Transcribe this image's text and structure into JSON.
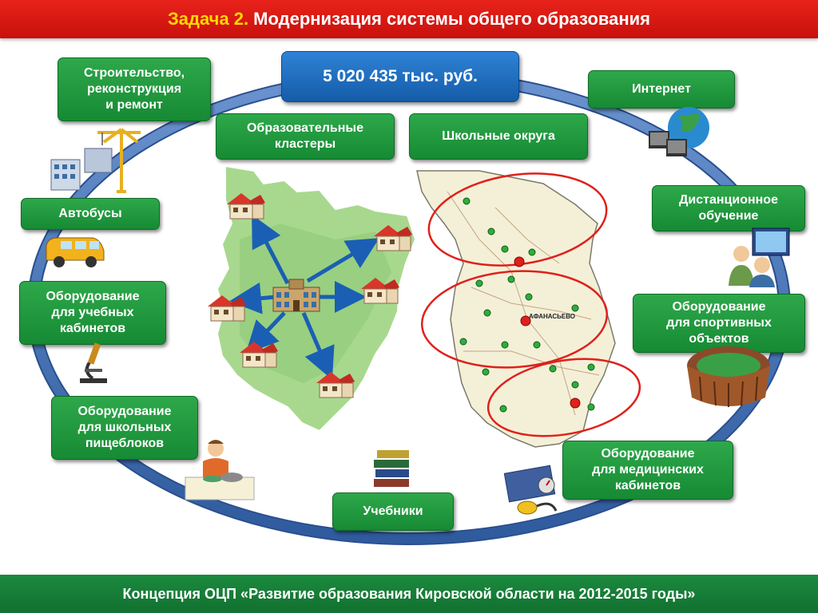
{
  "header": {
    "task_label": "Задача 2.",
    "title": "Модернизация системы общего образования"
  },
  "budget": {
    "label": "5 020 435 тыс. руб."
  },
  "boxes": {
    "construction": "Строительство,\nреконструкция\nи ремонт",
    "buses": "Автобусы",
    "classroom_equipment": "Оборудование\nдля учебных\nкабинетов",
    "canteen_equipment": "Оборудование\nдля школьных\nпищеблоков",
    "textbooks": "Учебники",
    "medical_equipment": "Оборудование\nдля медицинских\nкабинетов",
    "sports_equipment": "Оборудование\nдля спортивных\nобъектов",
    "distance_learning": "Дистанционное\nобучение",
    "internet": "Интернет",
    "clusters": "Образовательные\nкластеры",
    "school_districts": "Школьные округа"
  },
  "map": {
    "town_label": "АФАНАСЬЕВО"
  },
  "footer": {
    "text": "Концепция ОЦП «Развитие образования Кировской области на 2012-2015 годы»"
  },
  "colors": {
    "header_red": "#d81a14",
    "task_yellow": "#ffd700",
    "box_green": "#1f9a3c",
    "ring_blue": "#3f6fb5",
    "budget_blue": "#1f6fc0",
    "footer_green": "#17803a"
  },
  "icons": [
    "crane-building-icon",
    "bus-icon",
    "microscope-icon",
    "cook-icon",
    "books-icon",
    "medical-kit-icon",
    "stadium-icon",
    "computer-users-icon",
    "globe-computers-icon",
    "school-building-icon",
    "house-icon"
  ]
}
